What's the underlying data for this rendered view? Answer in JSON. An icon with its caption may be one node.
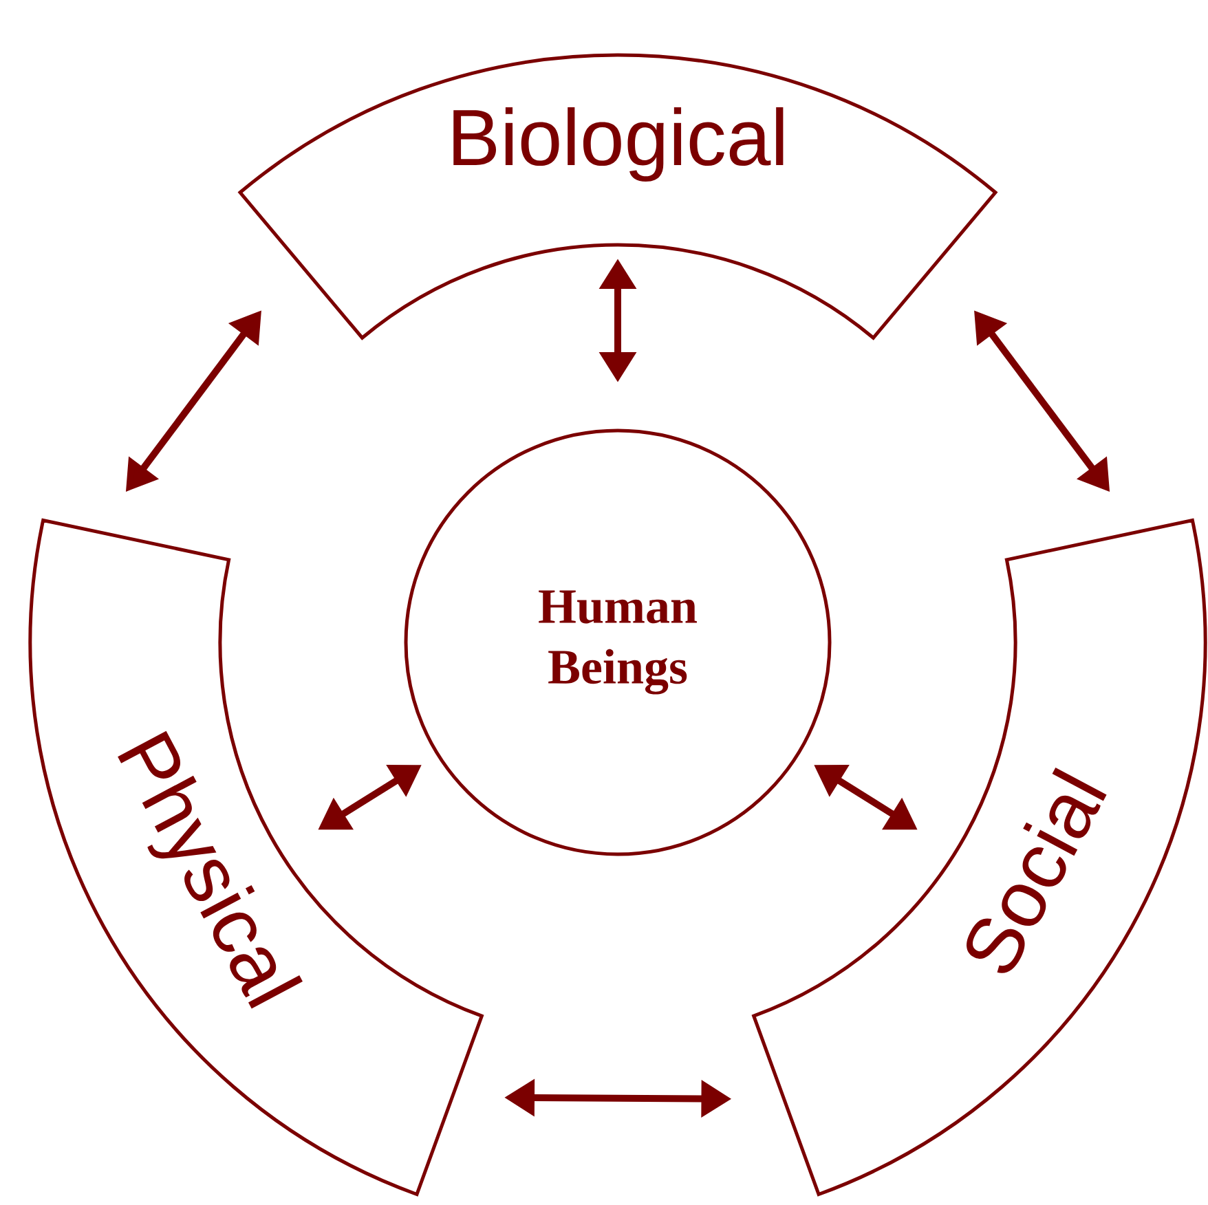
{
  "diagram": {
    "nodes": [
      {
        "text": [
          "Biological"
        ]
      },
      {
        "text": [
          "Human Beings"
        ]
      },
      {
        "text": [
          "Physical"
        ]
      },
      {
        "text": [
          "Social"
        ]
      }
    ],
    "edges": [
      {
        "from": 0,
        "to": 1,
        "arrow": "both"
      },
      {
        "from": 0,
        "to": 2,
        "arrow": "both"
      },
      {
        "from": 0,
        "to": 3,
        "arrow": "both"
      },
      {
        "from": 2,
        "to": 1,
        "arrow": "both"
      },
      {
        "from": 3,
        "to": 1,
        "arrow": "both"
      },
      {
        "from": 2,
        "to": 3,
        "arrow": "both"
      }
    ]
  }
}
